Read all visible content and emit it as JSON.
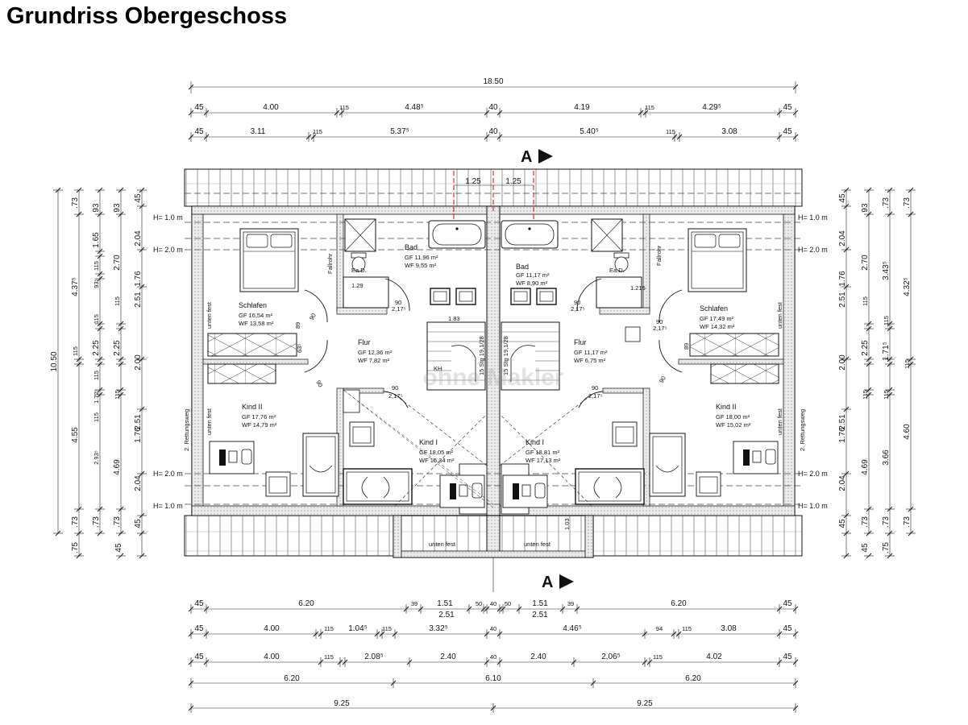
{
  "title": "Grundriss Obergeschoss",
  "colors": {
    "wall": "#e6e6e6",
    "line": "#111111",
    "section": "#dd0000"
  },
  "section_marker": "A",
  "dims": {
    "top_total": "18.50",
    "top_row1": [
      "45",
      "4.00",
      "115",
      "4.48⁵",
      "40",
      "4.19",
      "115",
      "4.29⁵",
      "45"
    ],
    "top_row2": [
      "45",
      "3.11",
      "115",
      "5.37⁵",
      "40",
      "5.40⁵",
      "115",
      "3.08",
      "45"
    ],
    "top_inner": [
      "1.25",
      "1.25"
    ],
    "bot_row1": [
      "45",
      "6.20",
      "39",
      "1.51",
      "50",
      "40",
      "50",
      "1.51",
      "39",
      "6.20",
      "45"
    ],
    "bot_row1b": [
      "2.51",
      "2.51"
    ],
    "bot_row2": [
      "45",
      "4.00",
      "115",
      "1.04⁵",
      "115",
      "3.32⁵",
      "40",
      "4.46⁵",
      "94",
      "115",
      "3.08",
      "45"
    ],
    "bot_row3": [
      "45",
      "4.00",
      "115",
      "2.08⁵",
      "2.40",
      "40",
      "2.40",
      "2.06⁵",
      "115",
      "4.02",
      "45"
    ],
    "bot_row4": [
      "6.20",
      "6.10",
      "6.20"
    ],
    "bot_row5": [
      "9.25",
      "9.25"
    ],
    "left_total": "10.50",
    "left_col1": [
      ".73",
      "4.37⁵",
      "115",
      "4.55",
      ".73",
      ".75"
    ],
    "left_col2": [
      "93",
      "1.65",
      "115",
      "93⁵",
      "115",
      "2.25",
      "115",
      "1.72⁵",
      "115",
      "2.93⁵",
      ".73"
    ],
    "left_col3": [
      "93",
      "2.70",
      "115",
      "2.25",
      "115",
      "4.69",
      ".73"
    ],
    "left_col4": [
      "45",
      "2.04",
      "1.76",
      "2.51",
      "2.00",
      "1.76",
      "2.51",
      "2.04",
      "45",
      "45"
    ],
    "right_total": "10.50",
    "right_col4": [
      "45",
      "2.04",
      "1.76",
      "2.51",
      "2.00",
      "1.76",
      "2.51",
      "2.04",
      "45",
      "45"
    ],
    "right_col3": [
      "93",
      "2.70",
      "115",
      "2.25",
      "115",
      "4.69",
      ".73"
    ],
    "right_col2": [
      ".73",
      "3.43⁵",
      "115",
      "1.71⁵",
      "115",
      "3.66",
      ".73",
      ".75"
    ],
    "right_col1": [
      ".73",
      "4.32⁵",
      "115",
      "4.60",
      ".73"
    ]
  },
  "heights": {
    "h1": "H= 1.0 m",
    "h2": "H= 2.0 m"
  },
  "rooms": [
    {
      "name": "Schlafen",
      "gf": "GF 16,54 m²",
      "wf": "WF 13,58 m²"
    },
    {
      "name": "Bad",
      "gf": "GF 11,96 m²",
      "wf": "WF  9,55 m²"
    },
    {
      "name": "Bad",
      "gf": "GF 11,17 m²",
      "wf": "WF  8,90 m²"
    },
    {
      "name": "Schlafen",
      "gf": "GF 17,49 m²",
      "wf": "WF 14,32 m²"
    },
    {
      "name": "Flur",
      "gf": "GF 12,36 m²",
      "wf": "WF  7,82 m²"
    },
    {
      "name": "Flur",
      "gf": "GF 11,17 m²",
      "wf": "WF  6,75 m²"
    },
    {
      "name": "Kind II",
      "gf": "GF 17,76 m²",
      "wf": "WF 14,79 m²"
    },
    {
      "name": "Kind I",
      "gf": "GF 18,05 m²",
      "wf": "WF 16,34 m²"
    },
    {
      "name": "Kind I",
      "gf": "GF 18,81 m²",
      "wf": "WF 17,13 m²"
    },
    {
      "name": "Kind II",
      "gf": "GF 18,00 m²",
      "wf": "WF 15,02 m²"
    }
  ],
  "labels": {
    "fallrohr": "Fallrohr",
    "eco": "Ea.D.",
    "unten_fest": "unten fest",
    "rettungsweg": "2. Rettungsweg",
    "stairs": "15 Stg 19,1/28",
    "door": "90",
    "door_h": "2,17⁵",
    "d129": "1.29",
    "d183": "1.83",
    "d1215": "1.215",
    "d103": "1.03",
    "d89": "89",
    "d635": "63⁵",
    "kh": "KH",
    "watermark": "ohne Makler"
  }
}
